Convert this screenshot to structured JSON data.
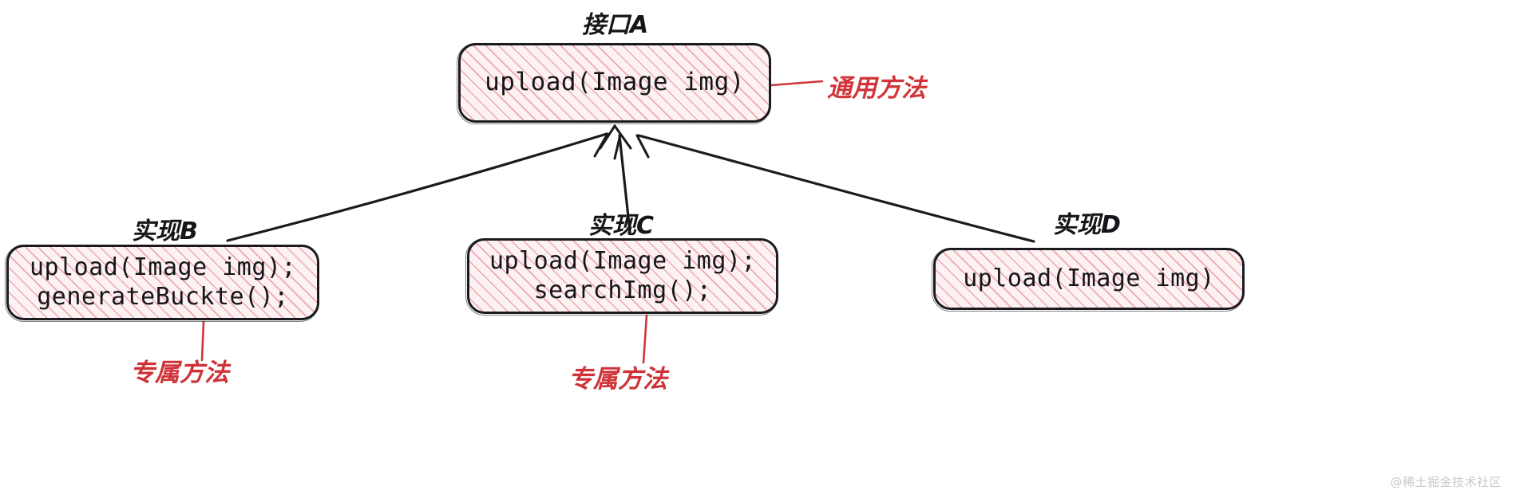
{
  "diagram": {
    "type": "interface-implementation",
    "nodes": [
      {
        "id": "a",
        "label": "接口A",
        "lines": [
          "upload(Image img)"
        ]
      },
      {
        "id": "b",
        "label": "实现B",
        "lines": [
          "upload(Image img);",
          "generateBuckte();"
        ]
      },
      {
        "id": "c",
        "label": "实现C",
        "lines": [
          "upload(Image img);",
          "searchImg();"
        ]
      },
      {
        "id": "d",
        "label": "实现D",
        "lines": [
          "upload(Image img)"
        ]
      }
    ],
    "annotations": [
      {
        "id": "ann-a",
        "text": "通用方法",
        "target": "a"
      },
      {
        "id": "ann-b",
        "text": "专属方法",
        "target": "b"
      },
      {
        "id": "ann-c",
        "text": "专属方法",
        "target": "c"
      }
    ],
    "colors": {
      "stroke": "#1b1b1f",
      "fill": "#fdf2f3",
      "hatch": "#e06c75",
      "annotation": "#d0353a",
      "background": "#ffffff",
      "watermark": "#c9c9cd"
    }
  },
  "watermark": {
    "text": "@稀土掘金技术社区"
  }
}
